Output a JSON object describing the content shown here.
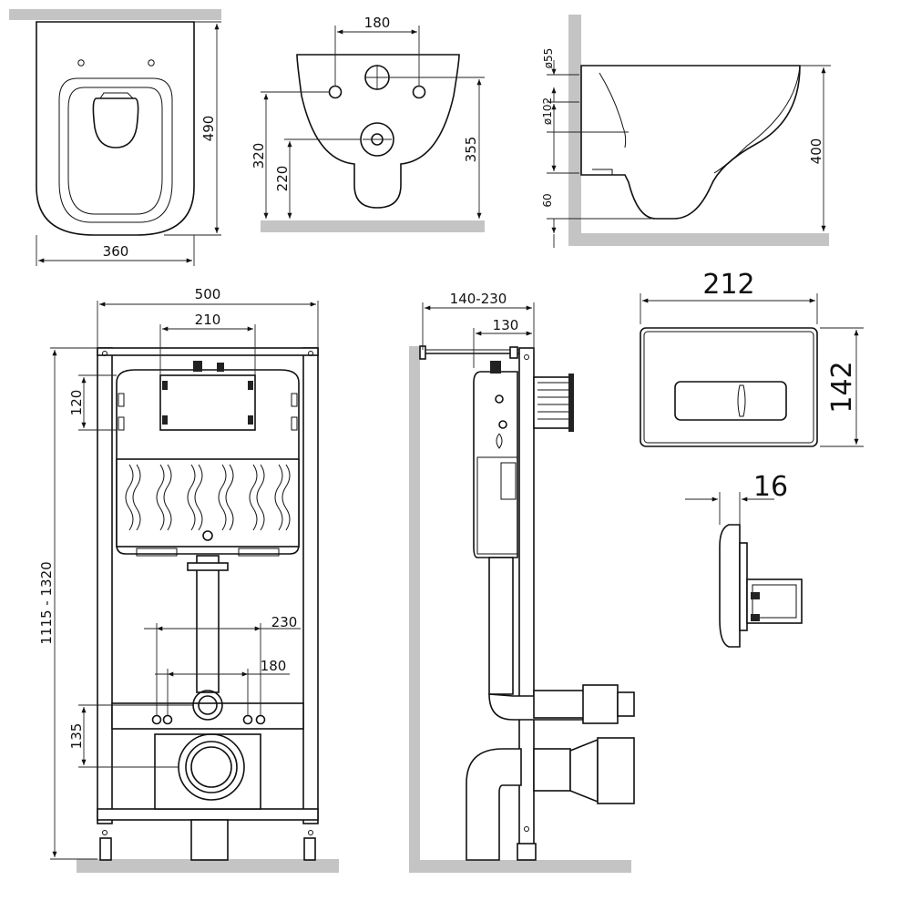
{
  "bowl_top": {
    "width": "360",
    "depth": "490"
  },
  "bowl_rear": {
    "hole_spacing": "180",
    "upper_hole_height": "355",
    "lower_hole_height": "320",
    "outlet_height": "220"
  },
  "bowl_side": {
    "dia_small": "ø55",
    "dia_large": "ø102",
    "height": "400",
    "clearance": "60"
  },
  "frame_front": {
    "width": "500",
    "cistern_width": "210",
    "height_range": "1115 - 1320",
    "top_offset": "120",
    "stud_spacing_outer": "230",
    "stud_spacing_inner": "180",
    "outlet_height": "135"
  },
  "frame_side": {
    "depth_range": "140-230",
    "depth": "130"
  },
  "button": {
    "width": "212",
    "height": "142",
    "thickness": "16"
  }
}
